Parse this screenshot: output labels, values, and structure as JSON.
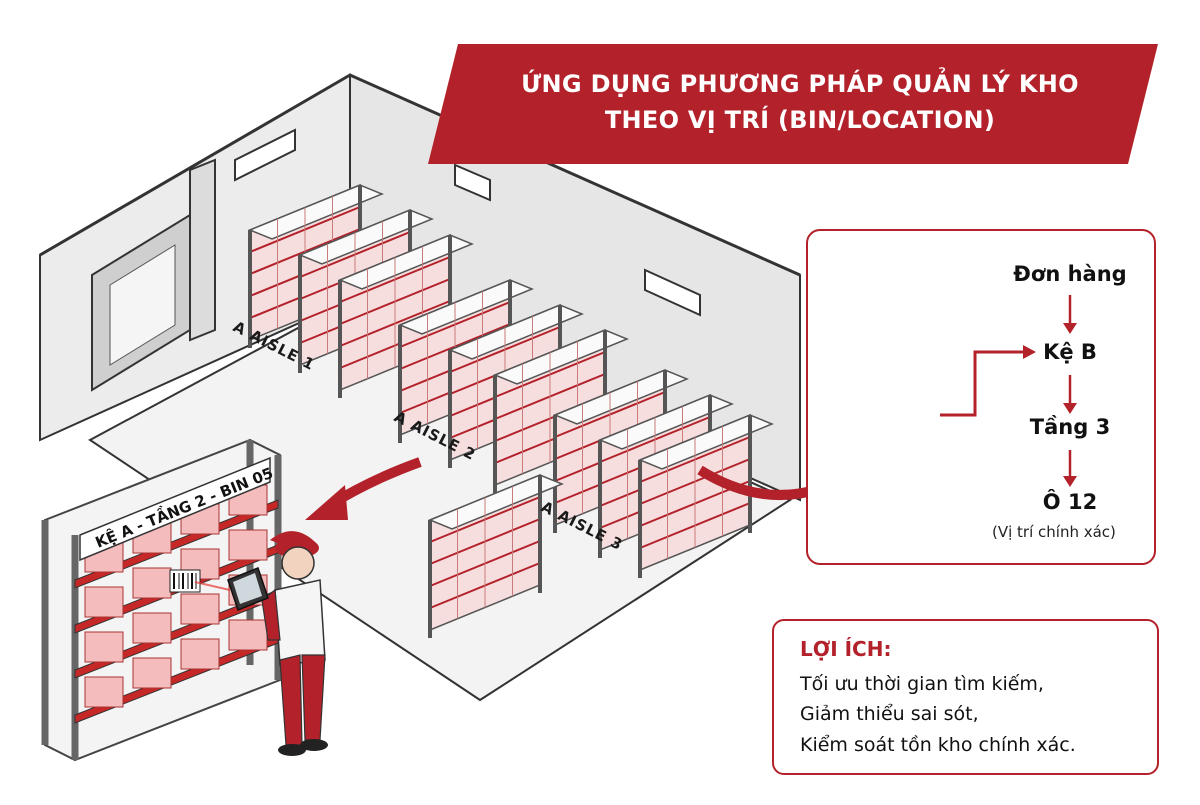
{
  "banner": {
    "line1": "ỨNG DỤNG PHƯƠNG PHÁP QUẢN LÝ KHO",
    "line2": "THEO VỊ TRÍ (BIN/LOCATION)"
  },
  "aisles": [
    "A AISLE 1",
    "A AISLE 2",
    "A AISLE 3"
  ],
  "rack_label": "KỆ A - TẦNG 2 - BIN 05",
  "flow": {
    "step1": "Đơn hàng",
    "step2": "Kệ B",
    "step3": "Tầng 3",
    "step4": "Ô 12",
    "note": "(Vị trí chính xác)"
  },
  "benefits": {
    "title": "LỢI ÍCH:",
    "items": [
      "Tối ưu thời gian tìm kiếm,",
      "Giảm thiểu sai sót,",
      "Kiểm soát tồn kho chính xác."
    ]
  },
  "colors": {
    "accent": "#b3212a",
    "light_red": "#f1b8b8",
    "wall": "#ececec"
  },
  "icons": [
    "box-icon",
    "barcode-icon",
    "tablet-icon",
    "arrow-icon"
  ]
}
